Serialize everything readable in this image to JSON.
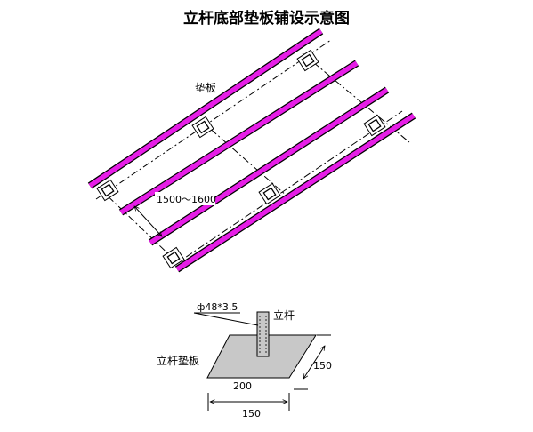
{
  "title": "立杆底部垫板铺设示意图",
  "top_view": {
    "pad_label": "垫板",
    "spacing_label": "1500～1600"
  },
  "detail": {
    "pipe_spec": "ф48*3.5",
    "pole_label": "立杆",
    "pad_label": "立杆垫板",
    "width_label": "200",
    "depth_label": "150",
    "bottom_dim_label": "150"
  },
  "colors": {
    "pad": "#e61ee6",
    "pad_stroke": "#000000",
    "base_plate": "#c8c8c8",
    "pole": "#c8c8c8"
  }
}
